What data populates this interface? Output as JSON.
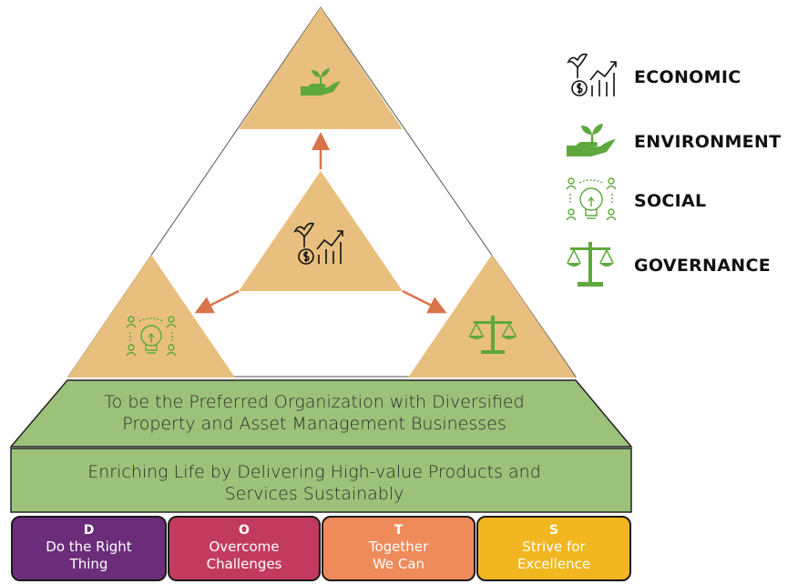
{
  "legend": {
    "economic": "ECONOMIC",
    "environment": "ENVIRONMENT",
    "social": "SOCIAL",
    "governance": "GOVERNANCE"
  },
  "icons": {
    "economic": "growth-chart-dollar-icon",
    "environment": "hand-plant-icon",
    "social": "lightbulb-people-icon",
    "governance": "balance-scale-icon"
  },
  "vision": {
    "line1": "To be the Preferred Organization with Diversified",
    "line2": "Property and Asset Management Businesses"
  },
  "mission": {
    "line1": "Enriching Life by Delivering High-value Products and",
    "line2": "Services Sustainably"
  },
  "values": [
    {
      "letter": "D",
      "line1": "Do the Right",
      "line2": "Thing",
      "color": "#6b2d7a"
    },
    {
      "letter": "O",
      "line1": "Overcome",
      "line2": "Challenges",
      "color": "#c23b5f"
    },
    {
      "letter": "T",
      "line1": "Together",
      "line2": "We Can",
      "color": "#ef8a5a"
    },
    {
      "letter": "S",
      "line1": "Strive for",
      "line2": "Excellence",
      "color": "#f1b620"
    }
  ],
  "colors": {
    "triangle": "#e8bf7e",
    "band": "#9cc27a",
    "arrow": "#d9744a",
    "icon_green": "#5ea83e"
  }
}
